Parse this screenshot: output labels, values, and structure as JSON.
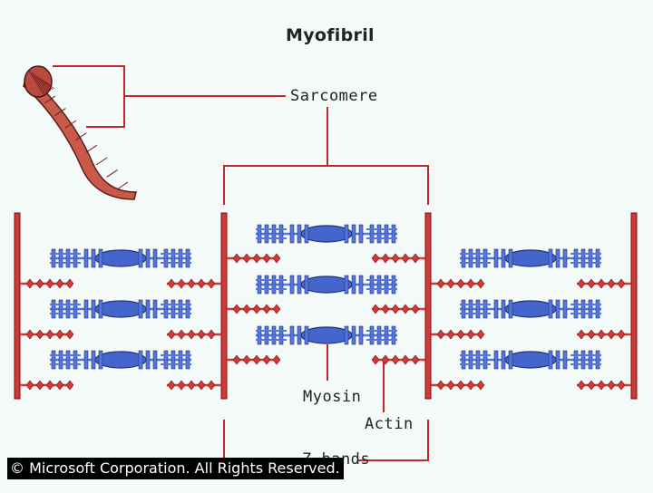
{
  "diagram": {
    "title": "Myofibril",
    "labels": {
      "sarcomere": "Sarcomere",
      "myosin": "Myosin",
      "actin": "Actin",
      "z_bands": "Z bands"
    },
    "copyright": "© Microsoft Corporation. All Rights Reserved.",
    "colors": {
      "background": "#f4faf8",
      "actin_red": "#cc3a3a",
      "myosin_blue": "#5577dd",
      "myosin_body": "#4466cc",
      "line": "#c0282a"
    }
  }
}
